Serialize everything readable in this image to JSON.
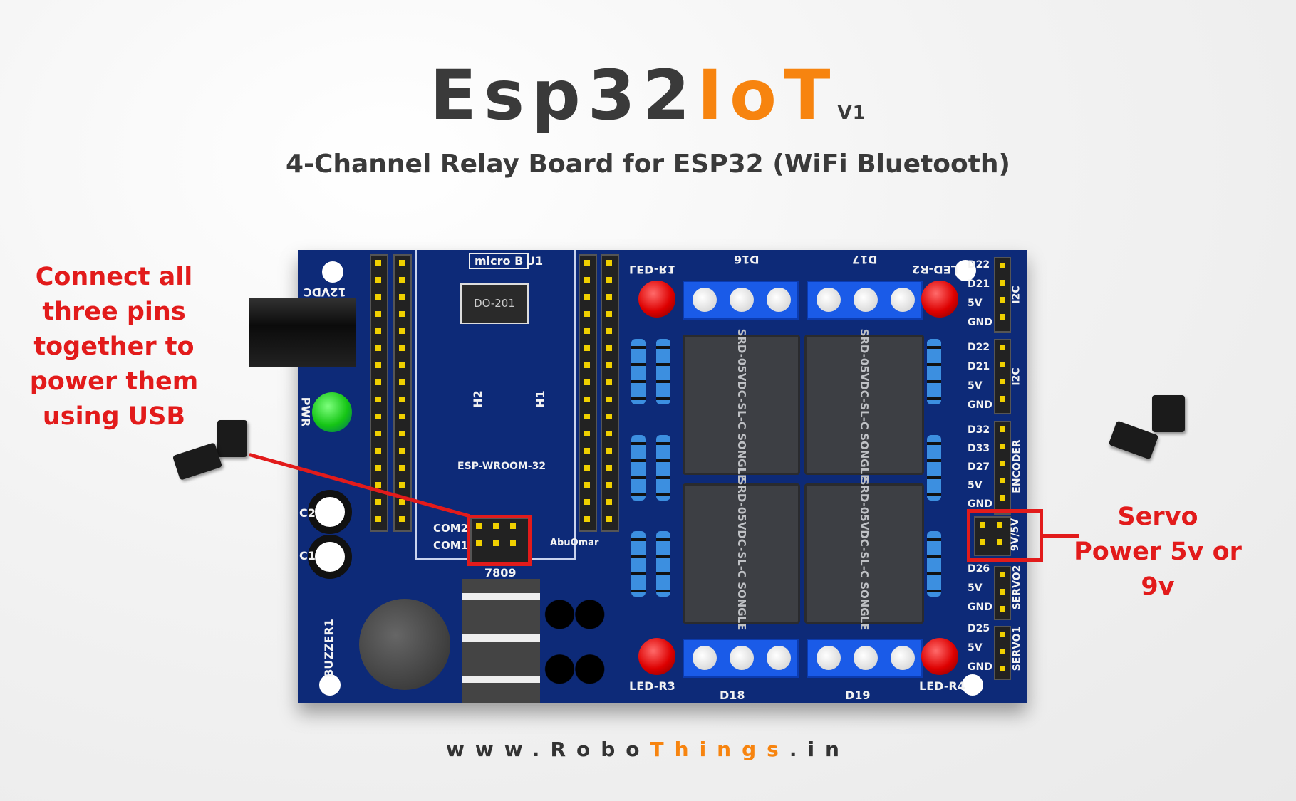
{
  "title": {
    "part1": "Esp32",
    "part2": "IoT",
    "version": "V1"
  },
  "subtitle": "4-Channel Relay Board for ESP32 (WiFi Bluetooth)",
  "left_note": "Connect all three pins together to power them using USB",
  "servo_note": "Servo Power 5v or 9v",
  "footer": {
    "part1": "www.Robo",
    "part2": "Things",
    ".part3": "",
    "part3": ".in"
  },
  "colors": {
    "accent": "#f7840f",
    "annotation": "#e21b1b",
    "pcb": "#0d2a78"
  },
  "board": {
    "micro_b": "micro B",
    "u1": "U1",
    "diode": "DO-201",
    "h2": "H2",
    "h1": "H1",
    "module": "ESP-WROOM-32",
    "com2": "COM2",
    "com1": "COM1",
    "author": "AbuOmar",
    "regulator": "7809",
    "dc": "12VDC",
    "pwr": "PWR",
    "c2": "C2",
    "c1": "C1",
    "buzzer": "BUZZER1",
    "d16": "D16",
    "d17": "D17",
    "d18": "D18",
    "d19": "D19",
    "led_r1": "LED-R1",
    "led_r2": "LED-R2",
    "led_r3": "LED-R3",
    "led_r4": "LED-R4",
    "relay_text": "SRD-05VDC-SL-C  SONGLE",
    "right_pins": [
      [
        "D22",
        "D21",
        "5V",
        "GND"
      ],
      [
        "D22",
        "D21",
        "5V",
        "GND"
      ],
      [
        "D32",
        "D33",
        "D27",
        "5V",
        "GND"
      ],
      [
        "D26",
        "5V",
        "GND"
      ],
      [
        "D25",
        "5V",
        "GND"
      ]
    ],
    "groups": [
      "I2C",
      "I2C",
      "ENCODER",
      "9V/5V",
      "SERVO2",
      "SERVO1"
    ]
  }
}
